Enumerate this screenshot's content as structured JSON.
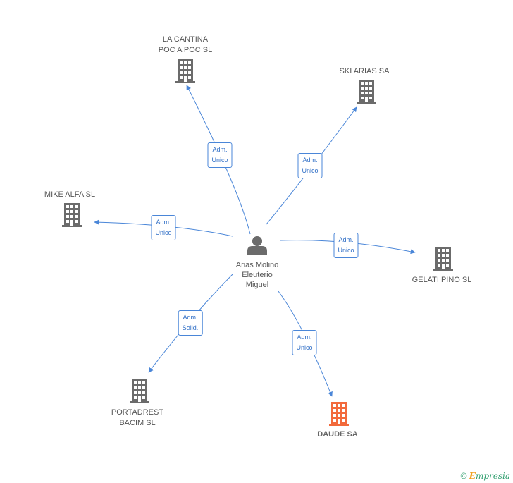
{
  "center": {
    "name_lines": [
      "Arias Molino",
      "Eleuterio",
      "Miguel"
    ],
    "icon": "person-icon"
  },
  "companies": [
    {
      "id": "la-cantina",
      "name_lines": [
        "LA CANTINA",
        "POC A POC SL"
      ],
      "role_lines": [
        "Adm.",
        "Unico"
      ],
      "icon": "building-icon",
      "color": "#6b6b6b",
      "highlight": false
    },
    {
      "id": "ski-arias",
      "name_lines": [
        "SKI ARIAS SA"
      ],
      "role_lines": [
        "Adm.",
        "Unico"
      ],
      "icon": "building-icon",
      "color": "#6b6b6b",
      "highlight": false
    },
    {
      "id": "mike-alfa",
      "name_lines": [
        "MIKE ALFA SL"
      ],
      "role_lines": [
        "Adm.",
        "Unico"
      ],
      "icon": "building-icon",
      "color": "#6b6b6b",
      "highlight": false
    },
    {
      "id": "gelati-pino",
      "name_lines": [
        "GELATI PINO  SL"
      ],
      "role_lines": [
        "Adm.",
        "Unico"
      ],
      "icon": "building-icon",
      "color": "#6b6b6b",
      "highlight": false
    },
    {
      "id": "portadrest",
      "name_lines": [
        "PORTADREST",
        "BACIM SL"
      ],
      "role_lines": [
        "Adm.",
        "Solid."
      ],
      "icon": "building-icon",
      "color": "#6b6b6b",
      "highlight": false
    },
    {
      "id": "daude",
      "name_lines": [
        "DAUDE SA"
      ],
      "role_lines": [
        "Adm.",
        "Unico"
      ],
      "icon": "building-icon",
      "color": "#f26a3c",
      "highlight": true
    }
  ],
  "edge_color": "#4a86d8",
  "footer": {
    "copyright": "©",
    "brand_initial": "E",
    "brand_rest": "mpresia"
  }
}
